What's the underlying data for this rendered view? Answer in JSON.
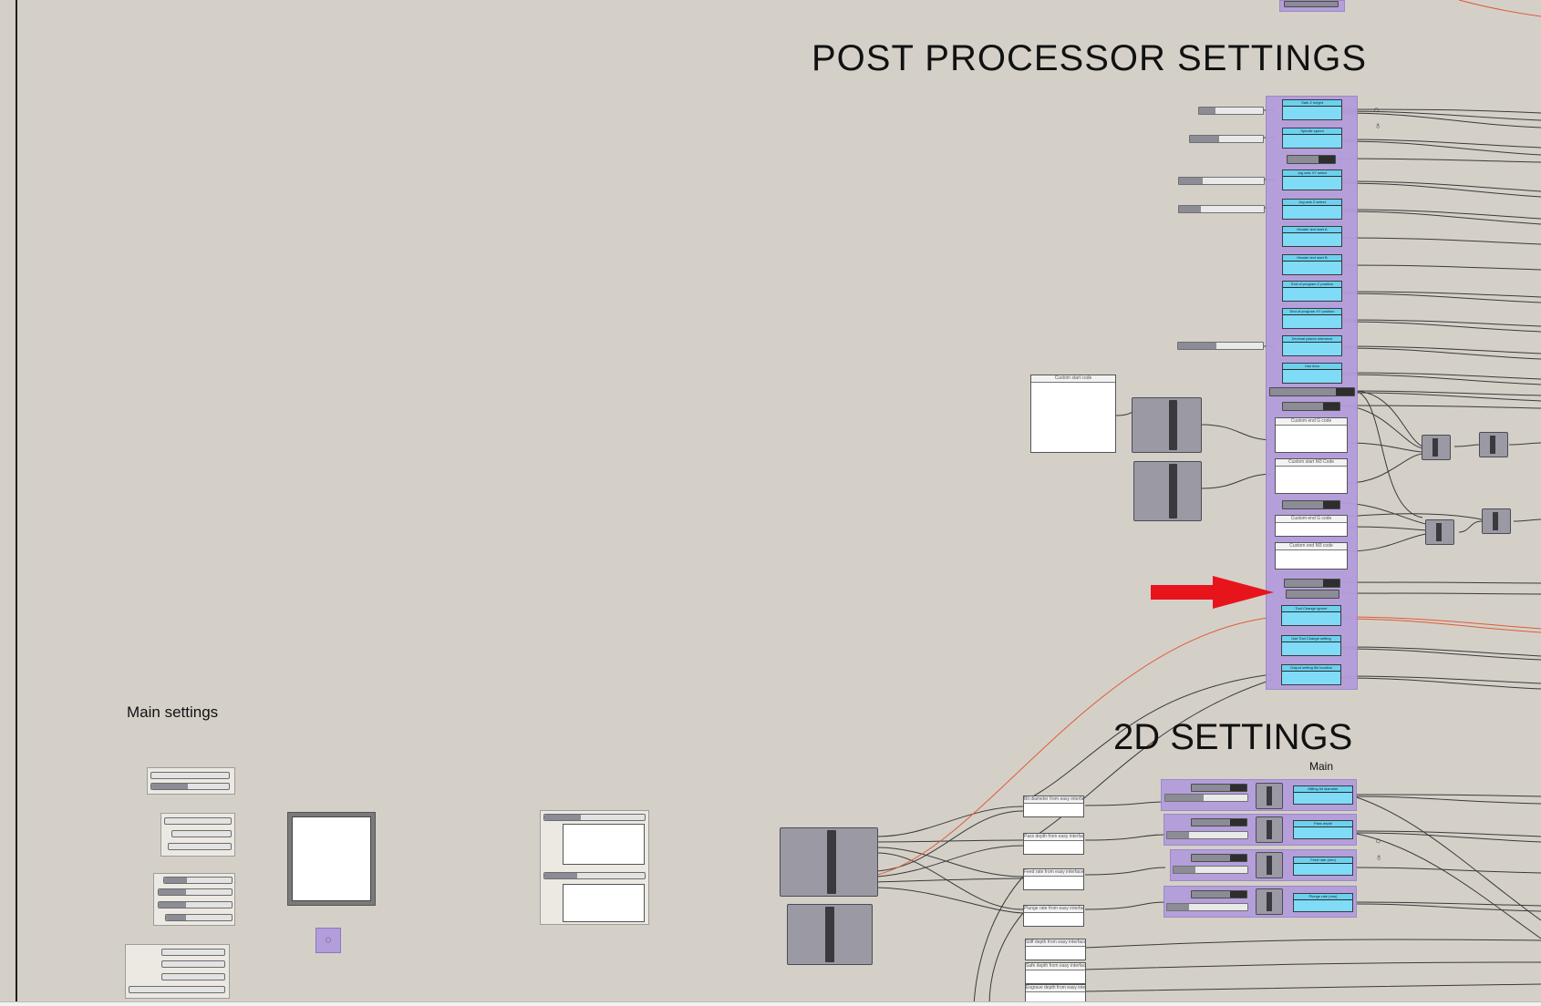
{
  "canvas": {
    "background": "#d4d0c8",
    "accent_group_color": "#b39ddb",
    "panel_color": "#7fdbf6",
    "wire_highlight_color": "#e05a3a",
    "arrow_color": "#e8141c"
  },
  "headings": {
    "post_processor": "POST PROCESSOR SETTINGS",
    "two_d": "2D SETTINGS",
    "two_d_main": "Main",
    "main_settings": "Main settings"
  },
  "post_panels": [
    "Safe Z height",
    "Spindle speed",
    "Jog axis XY select",
    "Jog axis Z select",
    "Header text start A",
    "Header text start B",
    "End of program Z position",
    "End of program XY position",
    "Decimal places tolerance",
    "Use Arcs",
    "Tool Change Ignore",
    "Use Tool Change setting",
    "Output setting file location"
  ],
  "post_textboxes": [
    "Custom start code",
    "Custom end G code",
    "Custom start M3 Code",
    "Custom end G code",
    "Custom end M3 code"
  ],
  "twod_panels": [
    "Milling bit diameter",
    "Pass depth",
    "Feed rate (mm)",
    "Plunge rate (mm)"
  ],
  "twod_textboxes": [
    "Bit diameter from easy interface",
    "Pass depth from easy interface",
    "Feed rate from easy interface",
    "Plunge rate from easy interface",
    "Stiff depth from easy interface",
    "Safe depth from easy interface",
    "Engrave depth from easy interface"
  ],
  "icons": {
    "pin": "pin-icon",
    "target": "target-icon",
    "arrow": "red-arrow-icon",
    "boolean": "boolean-toggle-icon"
  }
}
